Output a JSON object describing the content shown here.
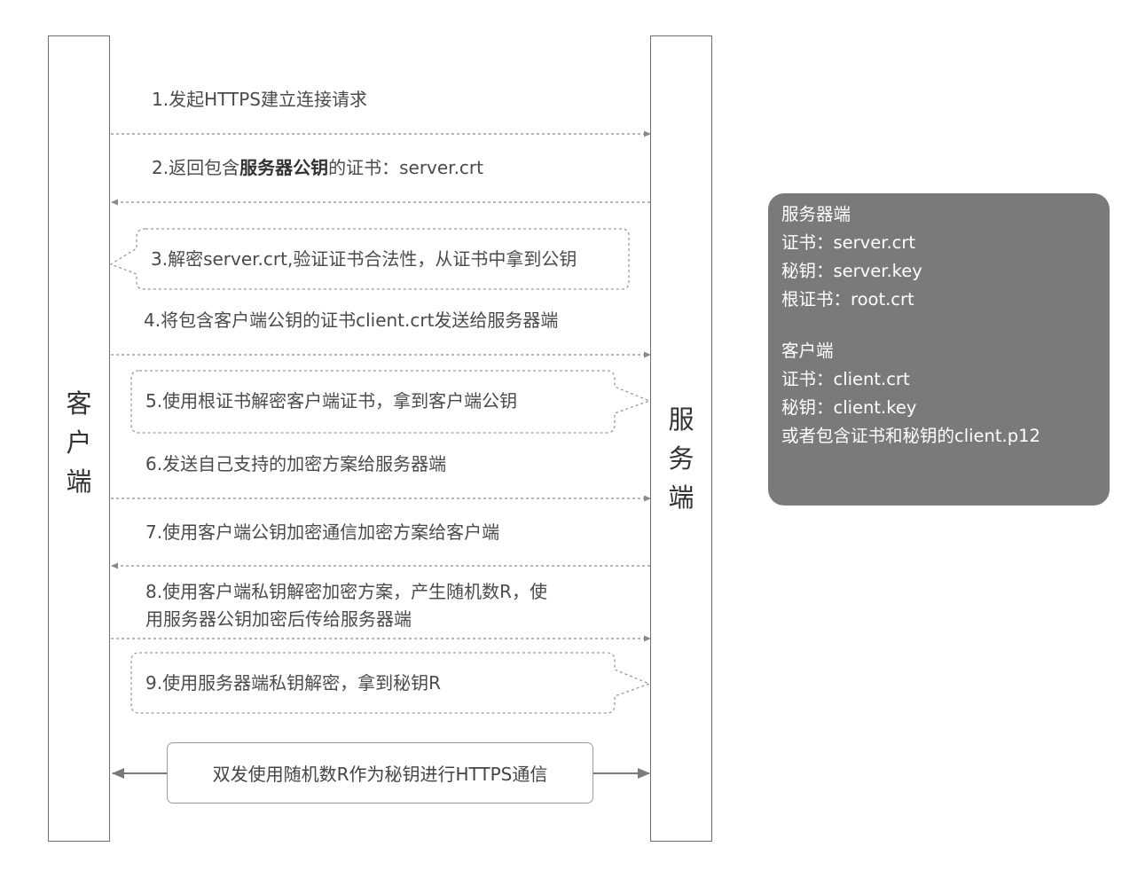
{
  "client": {
    "label_chars": [
      "客",
      "户",
      "端"
    ]
  },
  "server": {
    "label_chars": [
      "服",
      "务",
      "端"
    ]
  },
  "steps": {
    "s1": "1.发起HTTPS建立连接请求",
    "s2_pre": "2.返回包含",
    "s2_bold": "服务器公钥",
    "s2_post": "的证书：server.crt",
    "s3": "3.解密server.crt,验证证书合法性，从证书中拿到公钥",
    "s4": "4.将包含客户端公钥的证书client.crt发送给服务器端",
    "s5": "5.使用根证书解密客户端证书，拿到客户端公钥",
    "s6": "6.发送自己支持的加密方案给服务器端",
    "s7": "7.使用客户端公钥加密通信加密方案给客户端",
    "s8_line1": "8.使用客户端私钥解密加密方案，产生随机数R，使",
    "s8_line2": "用服务器公钥加密后传给服务器端",
    "s9": "9.使用服务器端私钥解密，拿到秘钥R"
  },
  "final": "双发使用随机数R作为秘钥进行HTTPS通信",
  "info_panel": {
    "server_title": "服务器端",
    "server_cert": "证书：server.crt",
    "server_key": "秘钥：server.key",
    "root_cert": "根证书：root.crt",
    "client_title": "客户端",
    "client_cert": "证书：client.crt",
    "client_key": "秘钥：client.key",
    "client_p12": "或者包含证书和秘钥的client.p12"
  },
  "colors": {
    "panel_bg": "#7a7a7a",
    "line": "#8a8a8a",
    "text": "#4a4a4a"
  }
}
